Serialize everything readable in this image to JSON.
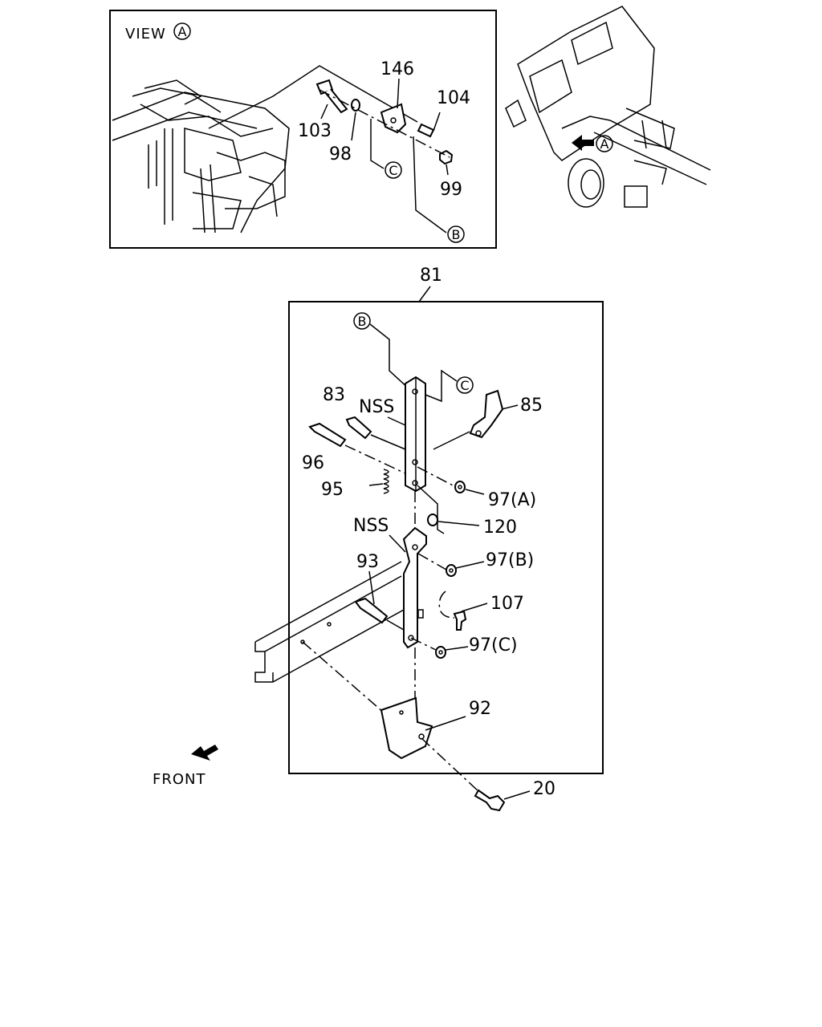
{
  "view_box": {
    "title": "VIEW",
    "view_ref": "A"
  },
  "callouts": {
    "c146": "146",
    "c104": "104",
    "c103": "103",
    "c98": "98",
    "c99": "99",
    "c81": "81",
    "c83": "83",
    "nss_upper": "NSS",
    "c85": "85",
    "c96": "96",
    "c95": "95",
    "c97a": "97(A)",
    "c120": "120",
    "nss_lower": "NSS",
    "c97b": "97(B)",
    "c93": "93",
    "c107": "107",
    "c97c": "97(C)",
    "c92": "92",
    "c20": "20"
  },
  "refs": {
    "A": "A",
    "B": "B",
    "C": "C"
  },
  "front": {
    "label": "FRONT"
  }
}
